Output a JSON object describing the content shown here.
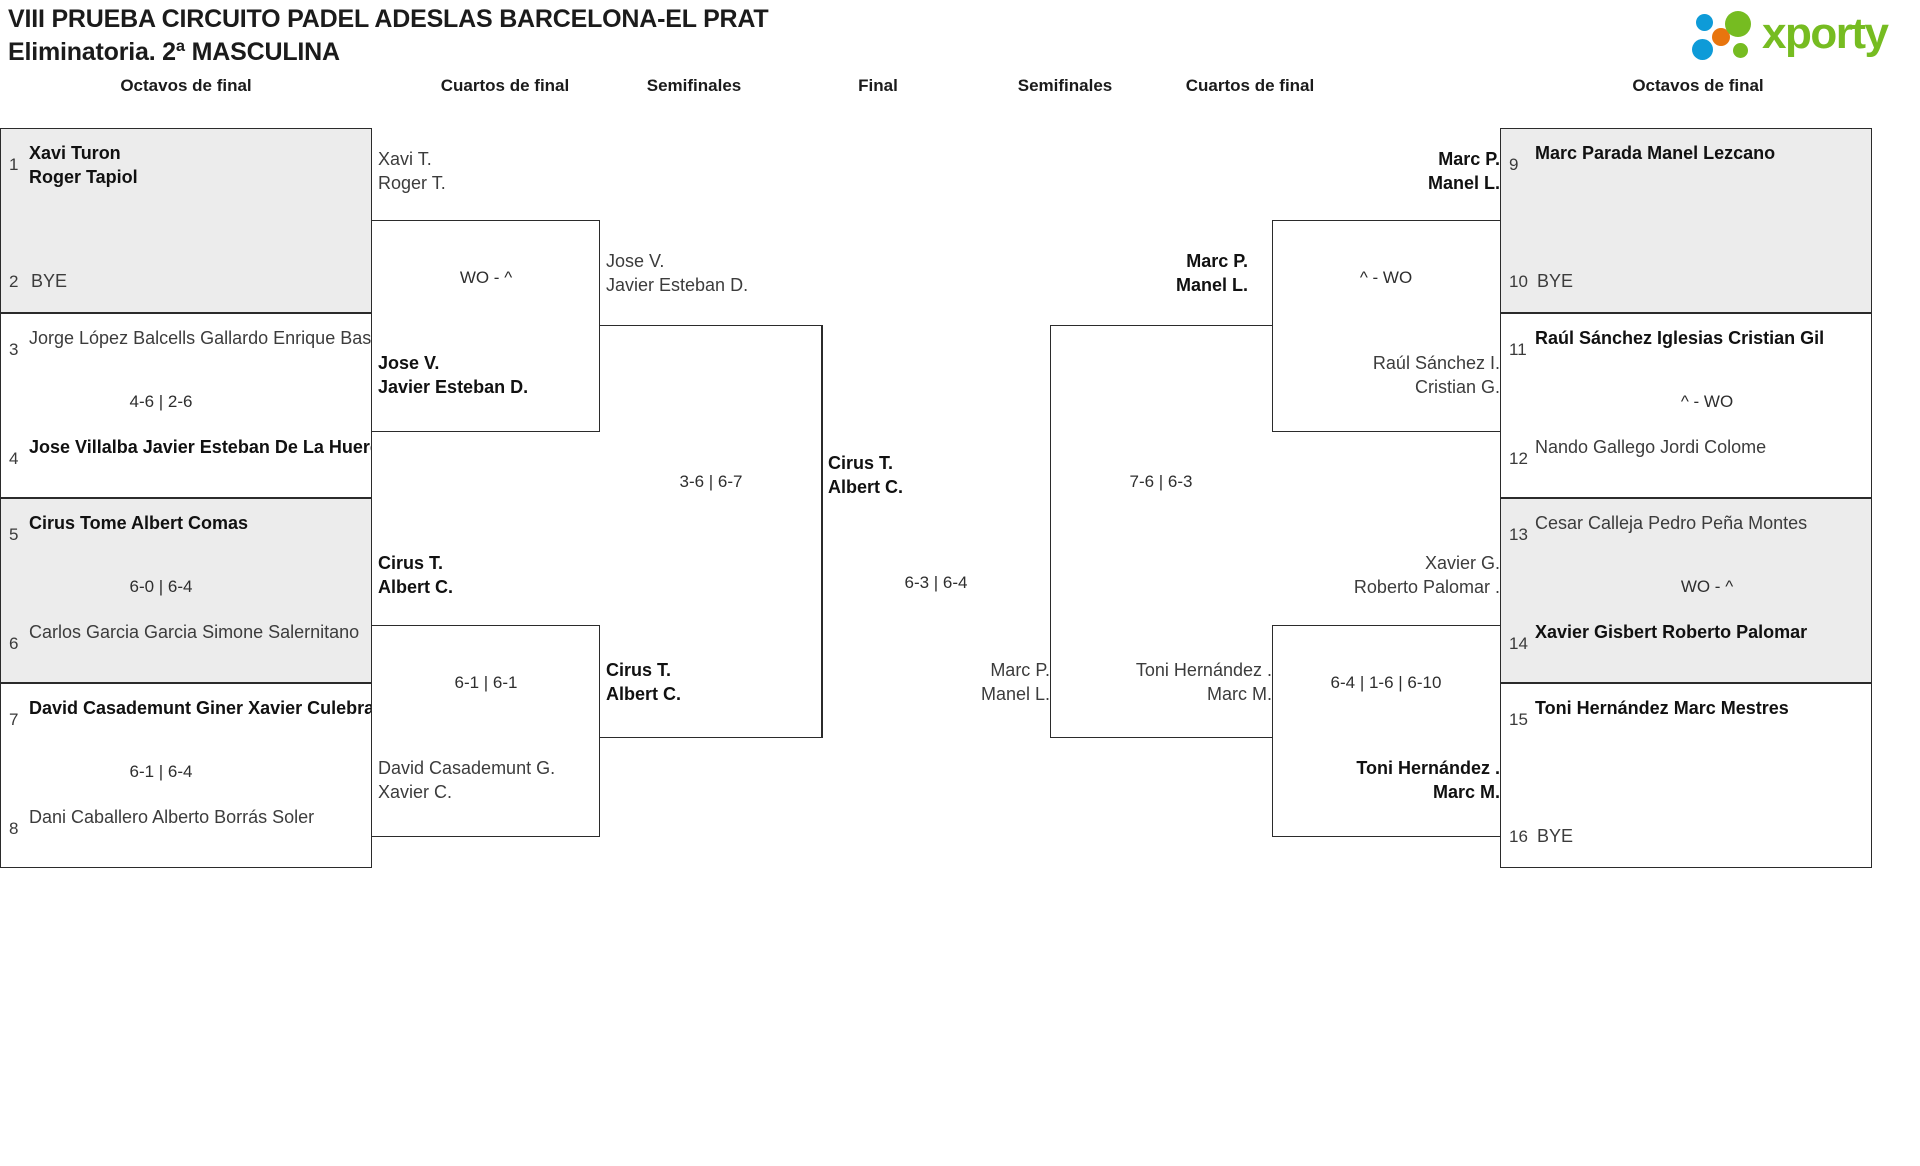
{
  "header": {
    "title": "VIII PRUEBA CIRCUITO PADEL ADESLAS BARCELONA-EL PRAT",
    "subtitle": "Eliminatoria. 2ª MASCULINA"
  },
  "logo": {
    "wordmark": "xporty",
    "colors": {
      "green": "#76bc21",
      "blue": "#0e9bd8",
      "orange": "#e8750e"
    }
  },
  "round_headers": {
    "left_octavos": "Octavos de final",
    "left_cuartos": "Cuartos de final",
    "left_semis": "Semifinales",
    "final": "Final",
    "right_semis": "Semifinales",
    "right_cuartos": "Cuartos de final",
    "right_octavos": "Octavos de final"
  },
  "bracket_data": {
    "type": "single-elimination",
    "size": 16,
    "left_octavos": [
      {
        "seed_top": "1",
        "top_names": [
          "Xavi Turon",
          "Roger Tapiol"
        ],
        "top_winner": true,
        "seed_bottom": "2",
        "bottom_names": [
          "BYE"
        ],
        "bottom_winner": false,
        "score": "",
        "shaded": true
      },
      {
        "seed_top": "3",
        "top_names": [
          "Jorge López Balcells Gallardo",
          "Enrique Bassas Vivó"
        ],
        "top_winner": false,
        "seed_bottom": "4",
        "bottom_names": [
          "Jose Villalba",
          "Javier Esteban De La Huerga"
        ],
        "bottom_winner": true,
        "score": "4-6 | 2-6",
        "shaded": false
      },
      {
        "seed_top": "5",
        "top_names": [
          "Cirus Tome",
          "Albert Comas"
        ],
        "top_winner": true,
        "seed_bottom": "6",
        "bottom_names": [
          "Carlos Garcia Garcia",
          "Simone Salernitano"
        ],
        "bottom_winner": false,
        "score": "6-0 | 6-4",
        "shaded": true
      },
      {
        "seed_top": "7",
        "top_names": [
          "David Casademunt Giner",
          "Xavier Culebras"
        ],
        "top_winner": true,
        "seed_bottom": "8",
        "bottom_names": [
          "Dani Caballero",
          "Alberto Borrás Soler"
        ],
        "bottom_winner": false,
        "score": "6-1 | 6-4",
        "shaded": false
      }
    ],
    "right_octavos": [
      {
        "seed_top": "9",
        "top_names": [
          "Marc Parada",
          "Manel Lezcano"
        ],
        "top_winner": true,
        "seed_bottom": "10",
        "bottom_names": [
          "BYE"
        ],
        "bottom_winner": false,
        "score": "",
        "shaded": true
      },
      {
        "seed_top": "11",
        "top_names": [
          "Raúl Sánchez Iglesias",
          "Cristian Gil"
        ],
        "top_winner": true,
        "seed_bottom": "12",
        "bottom_names": [
          "Nando Gallego",
          "Jordi Colome"
        ],
        "bottom_winner": false,
        "score": "^ - WO",
        "shaded": false
      },
      {
        "seed_top": "13",
        "top_names": [
          "Cesar Calleja",
          "Pedro Peña Montes"
        ],
        "top_winner": false,
        "seed_bottom": "14",
        "bottom_names": [
          "Xavier Gisbert",
          "Roberto Palomar"
        ],
        "bottom_winner": true,
        "score": "WO - ^",
        "shaded": true
      },
      {
        "seed_top": "15",
        "top_names": [
          "Toni Hernández",
          "Marc Mestres"
        ],
        "top_winner": true,
        "seed_bottom": "16",
        "bottom_names": [
          "BYE"
        ],
        "bottom_winner": false,
        "score": "",
        "shaded": false
      }
    ],
    "left_cuartos": [
      {
        "top_names": [
          "Xavi T.",
          "Roger T."
        ],
        "top_winner": false,
        "bottom_names": [
          "Jose V.",
          "Javier Esteban D."
        ],
        "bottom_winner": true,
        "score": "WO - ^"
      },
      {
        "top_names": [
          "Cirus T.",
          "Albert C."
        ],
        "top_winner": true,
        "bottom_names": [
          "David Casademunt G.",
          "Xavier C."
        ],
        "bottom_winner": false,
        "score": "6-1 | 6-1"
      }
    ],
    "right_cuartos": [
      {
        "top_names": [
          "Marc P.",
          "Manel L."
        ],
        "top_winner": true,
        "bottom_names": [
          "Raúl Sánchez I.",
          "Cristian G."
        ],
        "bottom_winner": false,
        "score": "^ - WO"
      },
      {
        "top_names": [
          "Xavier G.",
          "Roberto Palomar ."
        ],
        "top_winner": false,
        "bottom_names": [
          "Toni Hernández .",
          "Marc M."
        ],
        "bottom_winner": true,
        "score": "6-4 | 1-6 | 6-10"
      }
    ],
    "left_semis": [
      {
        "top_names": [
          "Jose V.",
          "Javier Esteban D."
        ],
        "top_winner": false,
        "bottom_names": [
          "Cirus T.",
          "Albert C."
        ],
        "bottom_winner": true,
        "score": "3-6 | 6-7"
      }
    ],
    "right_semis": [
      {
        "top_names": [
          "Marc P.",
          "Manel L."
        ],
        "top_winner": true,
        "bottom_names": [
          "Toni Hernández .",
          "Marc M."
        ],
        "bottom_winner": false,
        "score": "7-6 | 6-3"
      }
    ],
    "final": {
      "top_names": [
        "Cirus T.",
        "Albert C."
      ],
      "top_winner": true,
      "bottom_names": [
        "Marc P.",
        "Manel L."
      ],
      "bottom_winner": false,
      "score": "6-3 | 6-4"
    }
  }
}
